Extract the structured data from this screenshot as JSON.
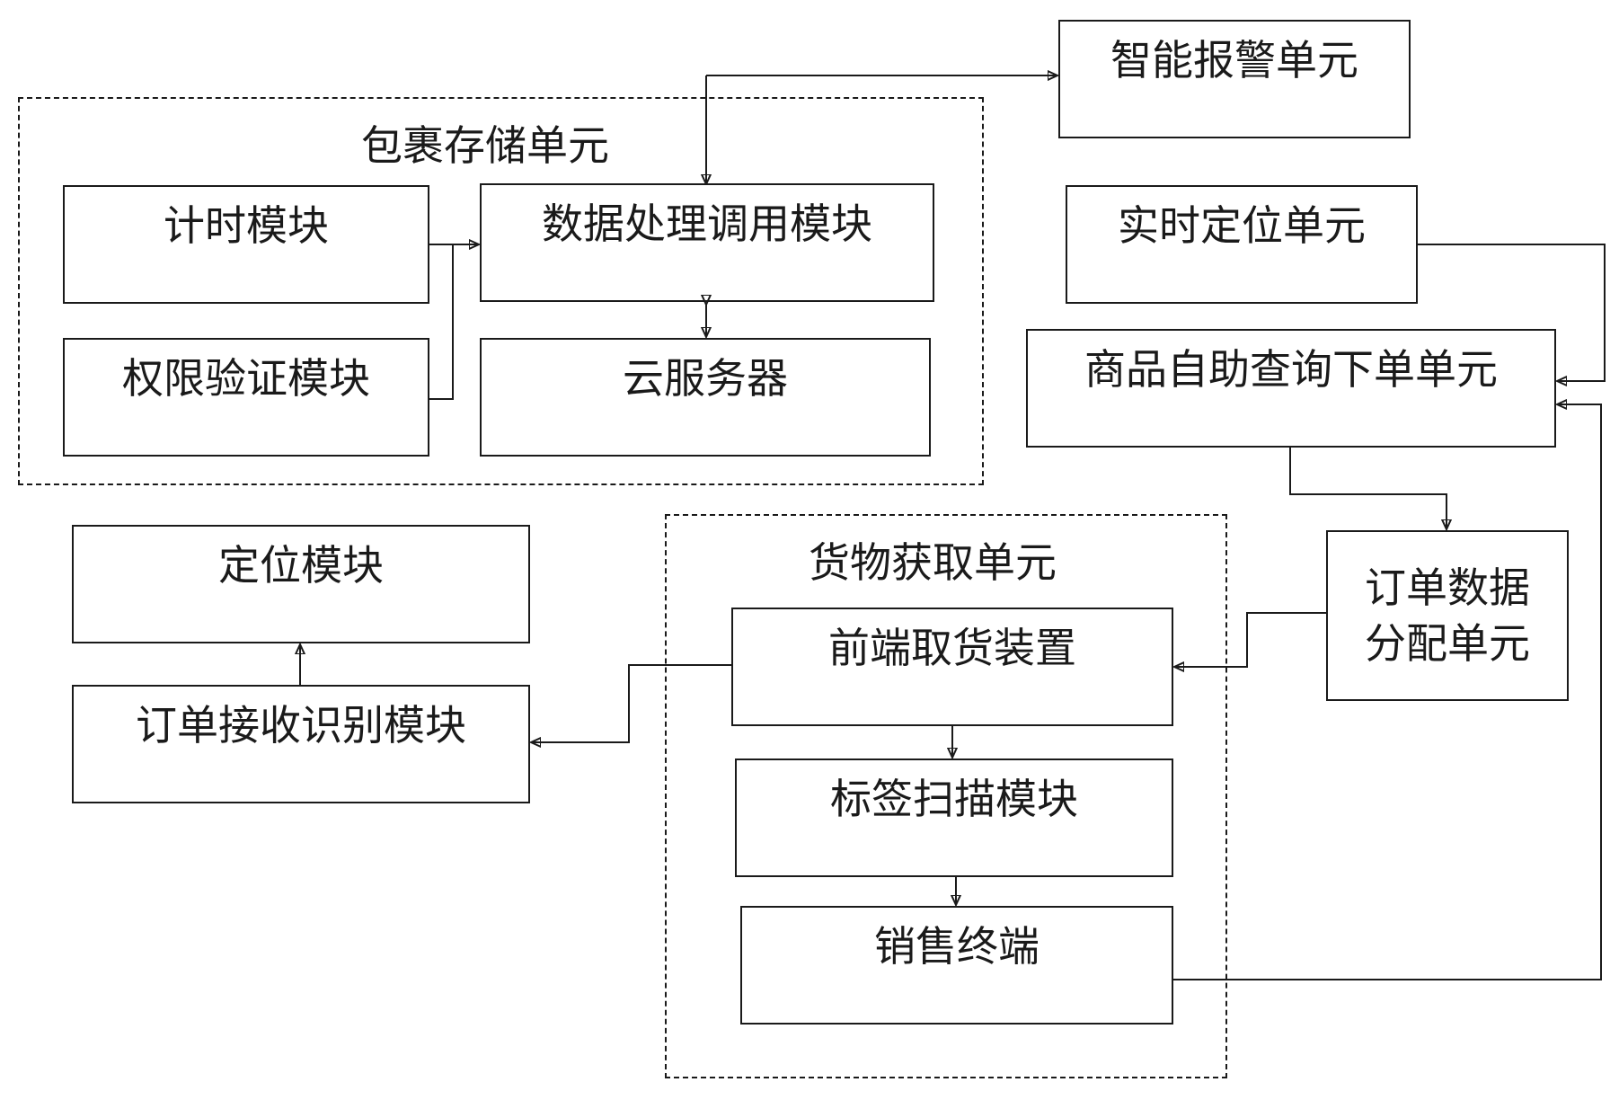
{
  "groups": {
    "package_storage": {
      "title": "包裹存储单元"
    },
    "goods_pickup": {
      "title": "货物获取单元"
    }
  },
  "nodes": {
    "smart_alarm": "智能报警单元",
    "realtime_positioning": "实时定位单元",
    "self_service_order": "商品自助查询下单单元",
    "order_data_allocation_line1": "订单数据",
    "order_data_allocation_line2": "分配单元",
    "timing_module": "计时模块",
    "data_processing_module": "数据处理调用模块",
    "permission_module": "权限验证模块",
    "cloud_server": "云服务器",
    "positioning_module": "定位模块",
    "order_recognition_module": "订单接收识别模块",
    "front_pickup_device": "前端取货装置",
    "label_scan_module": "标签扫描模块",
    "pos_terminal": "销售终端"
  },
  "colors": {
    "line": "#1a1a1a",
    "background": "#ffffff"
  }
}
